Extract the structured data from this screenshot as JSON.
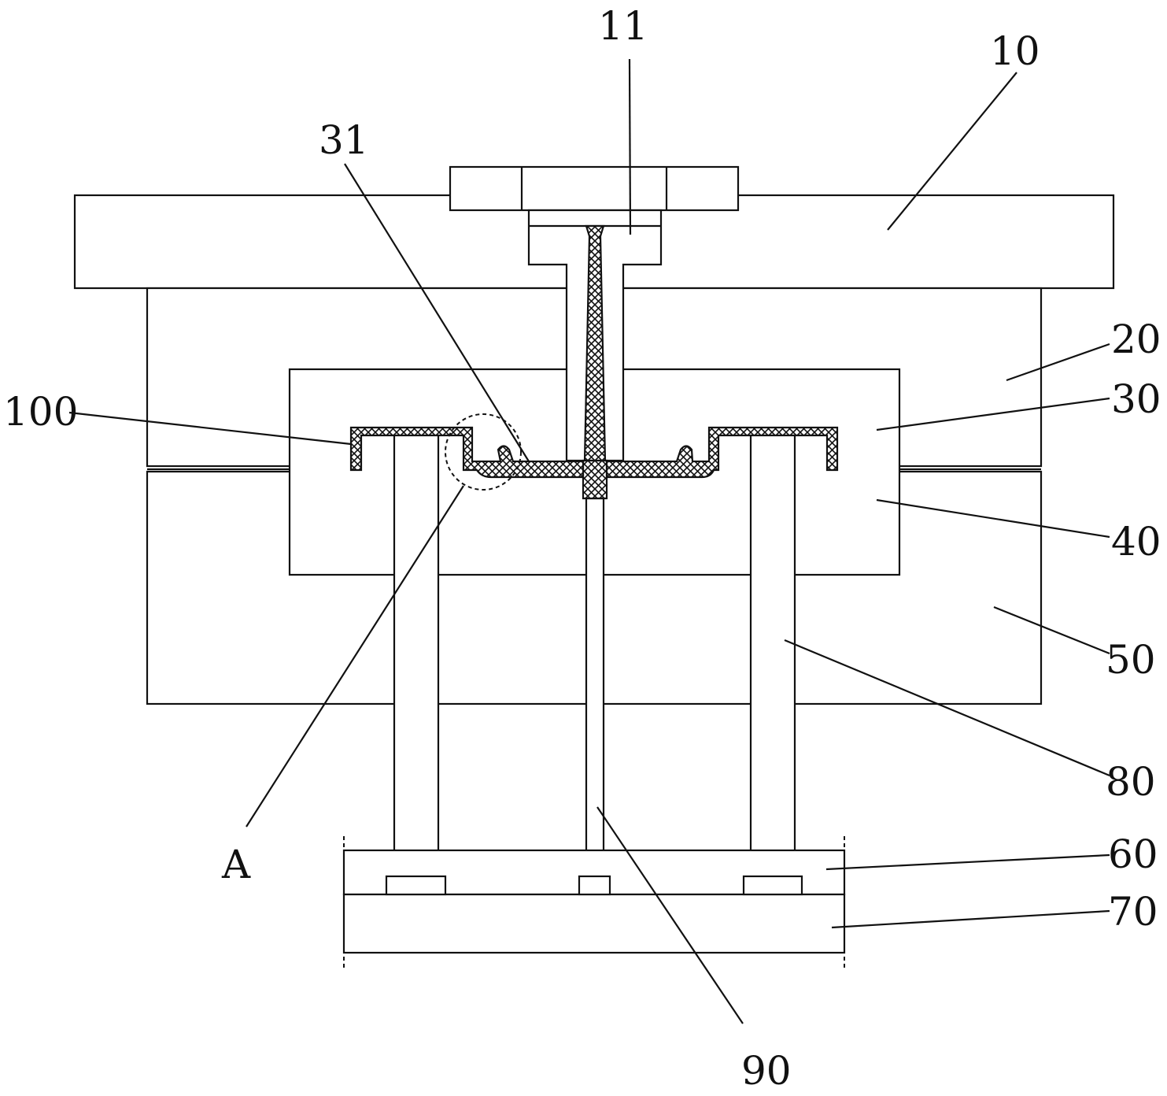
{
  "figure": {
    "labels": {
      "l10": "10",
      "l11": "11",
      "l20": "20",
      "l30": "30",
      "l31": "31",
      "l40": "40",
      "l50": "50",
      "l60": "60",
      "l70": "70",
      "l80": "80",
      "l90": "90",
      "l100": "100",
      "lA": "A"
    }
  }
}
